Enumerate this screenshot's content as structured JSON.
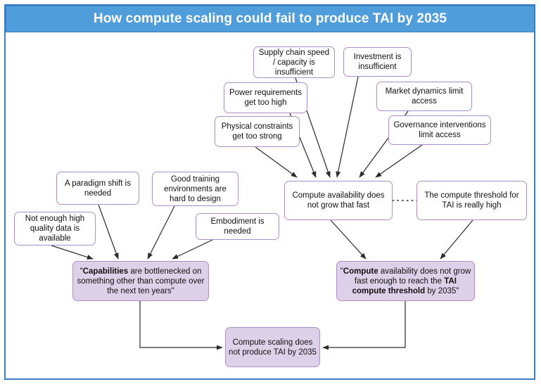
{
  "title": "How compute scaling could fail to produce TAI by 2035",
  "colors": {
    "title_bar": "#4f9ddb",
    "frame_border": "#3c7fc4",
    "node_border": "#b18fc4",
    "node_fill_highlight": "#ddd0e9",
    "node_fill_default": "#ffffff",
    "edge": "#2b2b2b"
  },
  "nodes": [
    {
      "id": "supply-chain",
      "text": "Supply chain speed / capacity is insufficient",
      "filled": false
    },
    {
      "id": "investment",
      "text": "Investment is insufficient",
      "filled": false
    },
    {
      "id": "power",
      "text": "Power requirements get too high",
      "filled": false
    },
    {
      "id": "market-dynamics",
      "text": "Market dynamics limit access",
      "filled": false
    },
    {
      "id": "physical",
      "text": "Physical constraints get too strong",
      "filled": false
    },
    {
      "id": "governance",
      "text": "Governance interventions limit access",
      "filled": false
    },
    {
      "id": "paradigm",
      "text": "A paradigm shift is needed",
      "filled": false
    },
    {
      "id": "training-env",
      "text": "Good training environments are hard to design",
      "filled": false
    },
    {
      "id": "data",
      "text": "Not enough high quality data is available",
      "filled": false
    },
    {
      "id": "embodiment",
      "text": "Embodiment is needed",
      "filled": false
    },
    {
      "id": "compute-avail",
      "text": "Compute availability does not grow that fast",
      "filled": false
    },
    {
      "id": "threshold",
      "text": "The compute threshold for TAI is really high",
      "filled": false
    },
    {
      "id": "capabilities-claim",
      "text": "\"Capabilities are bottlenecked on something other than compute over the next ten years\"",
      "bold_terms": [
        "Capabilities"
      ],
      "filled": true
    },
    {
      "id": "compute-claim",
      "text": "\"Compute availability does not grow fast enough to reach the TAI compute threshold by 2035\"",
      "bold_terms": [
        "Compute",
        "TAI compute threshold"
      ],
      "filled": true
    },
    {
      "id": "conclusion",
      "text": "Compute scaling does not produce TAI by 2035",
      "filled": true
    }
  ],
  "edges": [
    {
      "from": "supply-chain",
      "to": "compute-avail",
      "style": "arrow"
    },
    {
      "from": "investment",
      "to": "compute-avail",
      "style": "arrow"
    },
    {
      "from": "power",
      "to": "compute-avail",
      "style": "arrow"
    },
    {
      "from": "market-dynamics",
      "to": "compute-avail",
      "style": "arrow"
    },
    {
      "from": "physical",
      "to": "compute-avail",
      "style": "arrow"
    },
    {
      "from": "governance",
      "to": "compute-avail",
      "style": "arrow"
    },
    {
      "from": "paradigm",
      "to": "capabilities-claim",
      "style": "arrow"
    },
    {
      "from": "training-env",
      "to": "capabilities-claim",
      "style": "arrow"
    },
    {
      "from": "data",
      "to": "capabilities-claim",
      "style": "arrow"
    },
    {
      "from": "embodiment",
      "to": "capabilities-claim",
      "style": "arrow"
    },
    {
      "from": "compute-avail",
      "to": "compute-claim",
      "style": "arrow"
    },
    {
      "from": "threshold",
      "to": "compute-claim",
      "style": "arrow"
    },
    {
      "from": "compute-avail",
      "to": "threshold",
      "style": "dotted"
    },
    {
      "from": "capabilities-claim",
      "to": "conclusion",
      "style": "elbow-arrow"
    },
    {
      "from": "compute-claim",
      "to": "conclusion",
      "style": "elbow-arrow"
    }
  ]
}
